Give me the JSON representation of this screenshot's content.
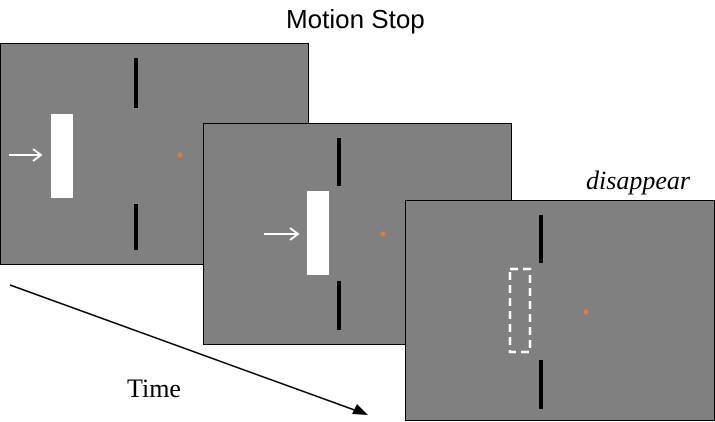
{
  "title": "Motion Stop",
  "labels": {
    "disappear": "disappear",
    "time": "Time"
  },
  "colors": {
    "background": "#ffffff",
    "frame_fill": "#808080",
    "frame_border": "#000000",
    "bar": "#ffffff",
    "flanker": "#000000",
    "fixation": "#e07b39",
    "arrow": "#ffffff",
    "time_arrow": "#000000"
  },
  "frames": [
    {
      "name": "frame-1",
      "stimulus": "bar",
      "motion_arrow": true
    },
    {
      "name": "frame-2",
      "stimulus": "bar",
      "motion_arrow": true
    },
    {
      "name": "frame-3",
      "stimulus": "dashed-outline",
      "motion_arrow": false
    }
  ],
  "icons": {
    "motion": "right-arrow-icon",
    "time": "time-arrow-icon",
    "fixation": "fixation-dot-icon"
  }
}
